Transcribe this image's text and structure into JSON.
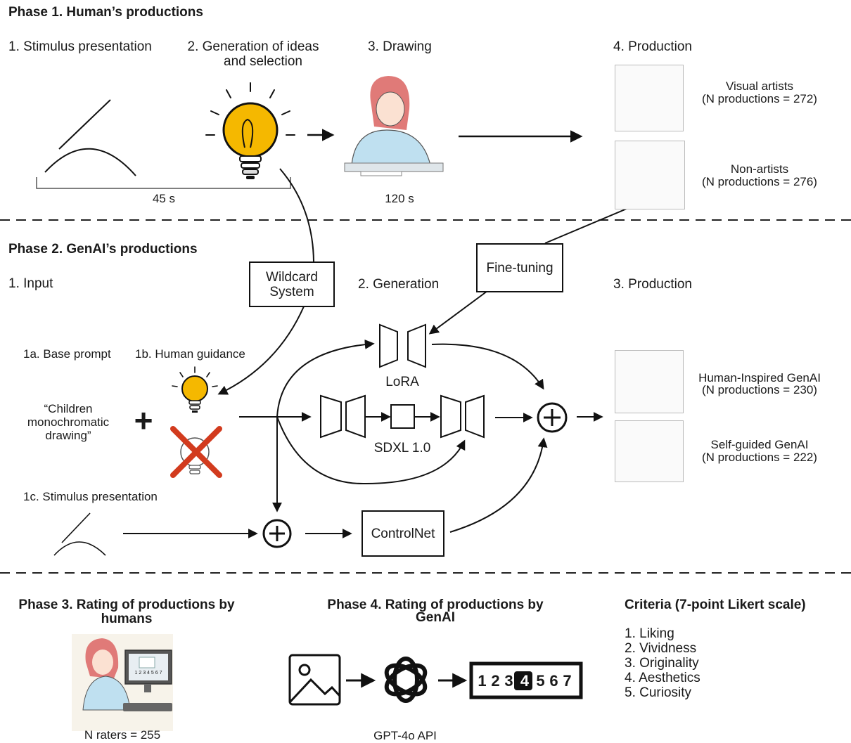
{
  "phase1": {
    "title": "Phase 1. Human’s productions",
    "step1": "1. Stimulus presentation",
    "step2_l1": "2. Generation of ideas",
    "step2_l2": "and selection",
    "step3": "3. Drawing",
    "step4": "4. Production",
    "time_idea": "45 s",
    "time_draw": "120 s",
    "group1_l1": "Visual artists",
    "group1_l2": "(N productions = 272)",
    "group2_l1": "Non-artists",
    "group2_l2": "(N productions = 276)"
  },
  "phase2": {
    "title": "Phase 2. GenAI’s productions",
    "step1": "1. Input",
    "step2": "2. Generation",
    "step3": "3. Production",
    "wildcard_l1": "Wildcard",
    "wildcard_l2": "System",
    "finetune": "Fine-tuning",
    "base_prompt": "1a. Base prompt",
    "human_guidance": "1b. Human guidance",
    "prompt_l1": "“Children",
    "prompt_l2": "monochromatic",
    "prompt_l3": "drawing”",
    "plus": "+",
    "stimulus": "1c. Stimulus presentation",
    "lora": "LoRA",
    "sdxl": "SDXL 1.0",
    "controlnet": "ControlNet",
    "out1_l1": "Human-Inspired GenAI",
    "out1_l2": "(N productions = 230)",
    "out2_l1": "Self-guided GenAI",
    "out2_l2": "(N productions = 222)"
  },
  "phase3": {
    "title_l1": "Phase 3. Rating of productions by",
    "title_l2": "humans",
    "raters": "N raters = 255",
    "screen_digits": "1 2 3 4 5 6 7"
  },
  "phase4": {
    "title_l1": "Phase 4. Rating of productions by",
    "title_l2": "GenAI",
    "api": "GPT-4o API",
    "scale": [
      "1",
      "2",
      "3",
      "4",
      "5",
      "6",
      "7"
    ],
    "selected": "4"
  },
  "criteria": {
    "title": "Criteria (7-point Likert scale)",
    "items": [
      "1. Liking",
      "2. Vividness",
      "3. Originality",
      "4. Aesthetics",
      "5. Curiosity"
    ]
  },
  "colors": {
    "bulb": "#f5b800",
    "cross": "#d23b1e",
    "hair": "#e07a78",
    "shirt": "#bfe0f0"
  }
}
